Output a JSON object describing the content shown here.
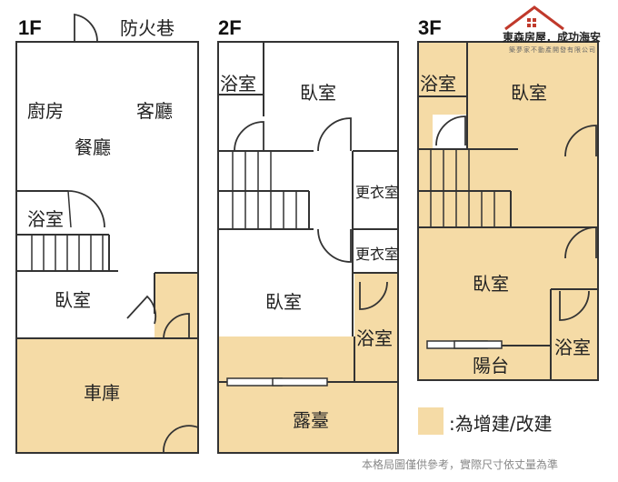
{
  "colors": {
    "addition": "#f5dba6",
    "wall": "#333333",
    "brand": "#c0392b"
  },
  "floors": {
    "f1": "1F",
    "f2": "2F",
    "f3": "3F"
  },
  "rooms": {
    "f1": {
      "alley": "防火巷",
      "kitchen": "廚房",
      "living": "客廳",
      "dining": "餐廳",
      "bath": "浴室",
      "bedroom": "臥室",
      "garage": "車庫"
    },
    "f2": {
      "bath_top": "浴室",
      "bedroom_top": "臥室",
      "closet1": "更衣室",
      "closet2": "更衣室",
      "bedroom_mid": "臥室",
      "bath_mid": "浴室",
      "terrace": "露臺"
    },
    "f3": {
      "bath_top": "浴室",
      "bedroom_top": "臥室",
      "bedroom_mid": "臥室",
      "bath_bottom": "浴室",
      "balcony": "陽台"
    }
  },
  "legend": {
    "text": ":為增建/改建"
  },
  "logo": {
    "name": "東森房屋．成功海安",
    "sub": "築夢家不動產開發有限公司"
  },
  "disclaimer": "本格局圖僅供參考，實際尺寸依丈量為準"
}
